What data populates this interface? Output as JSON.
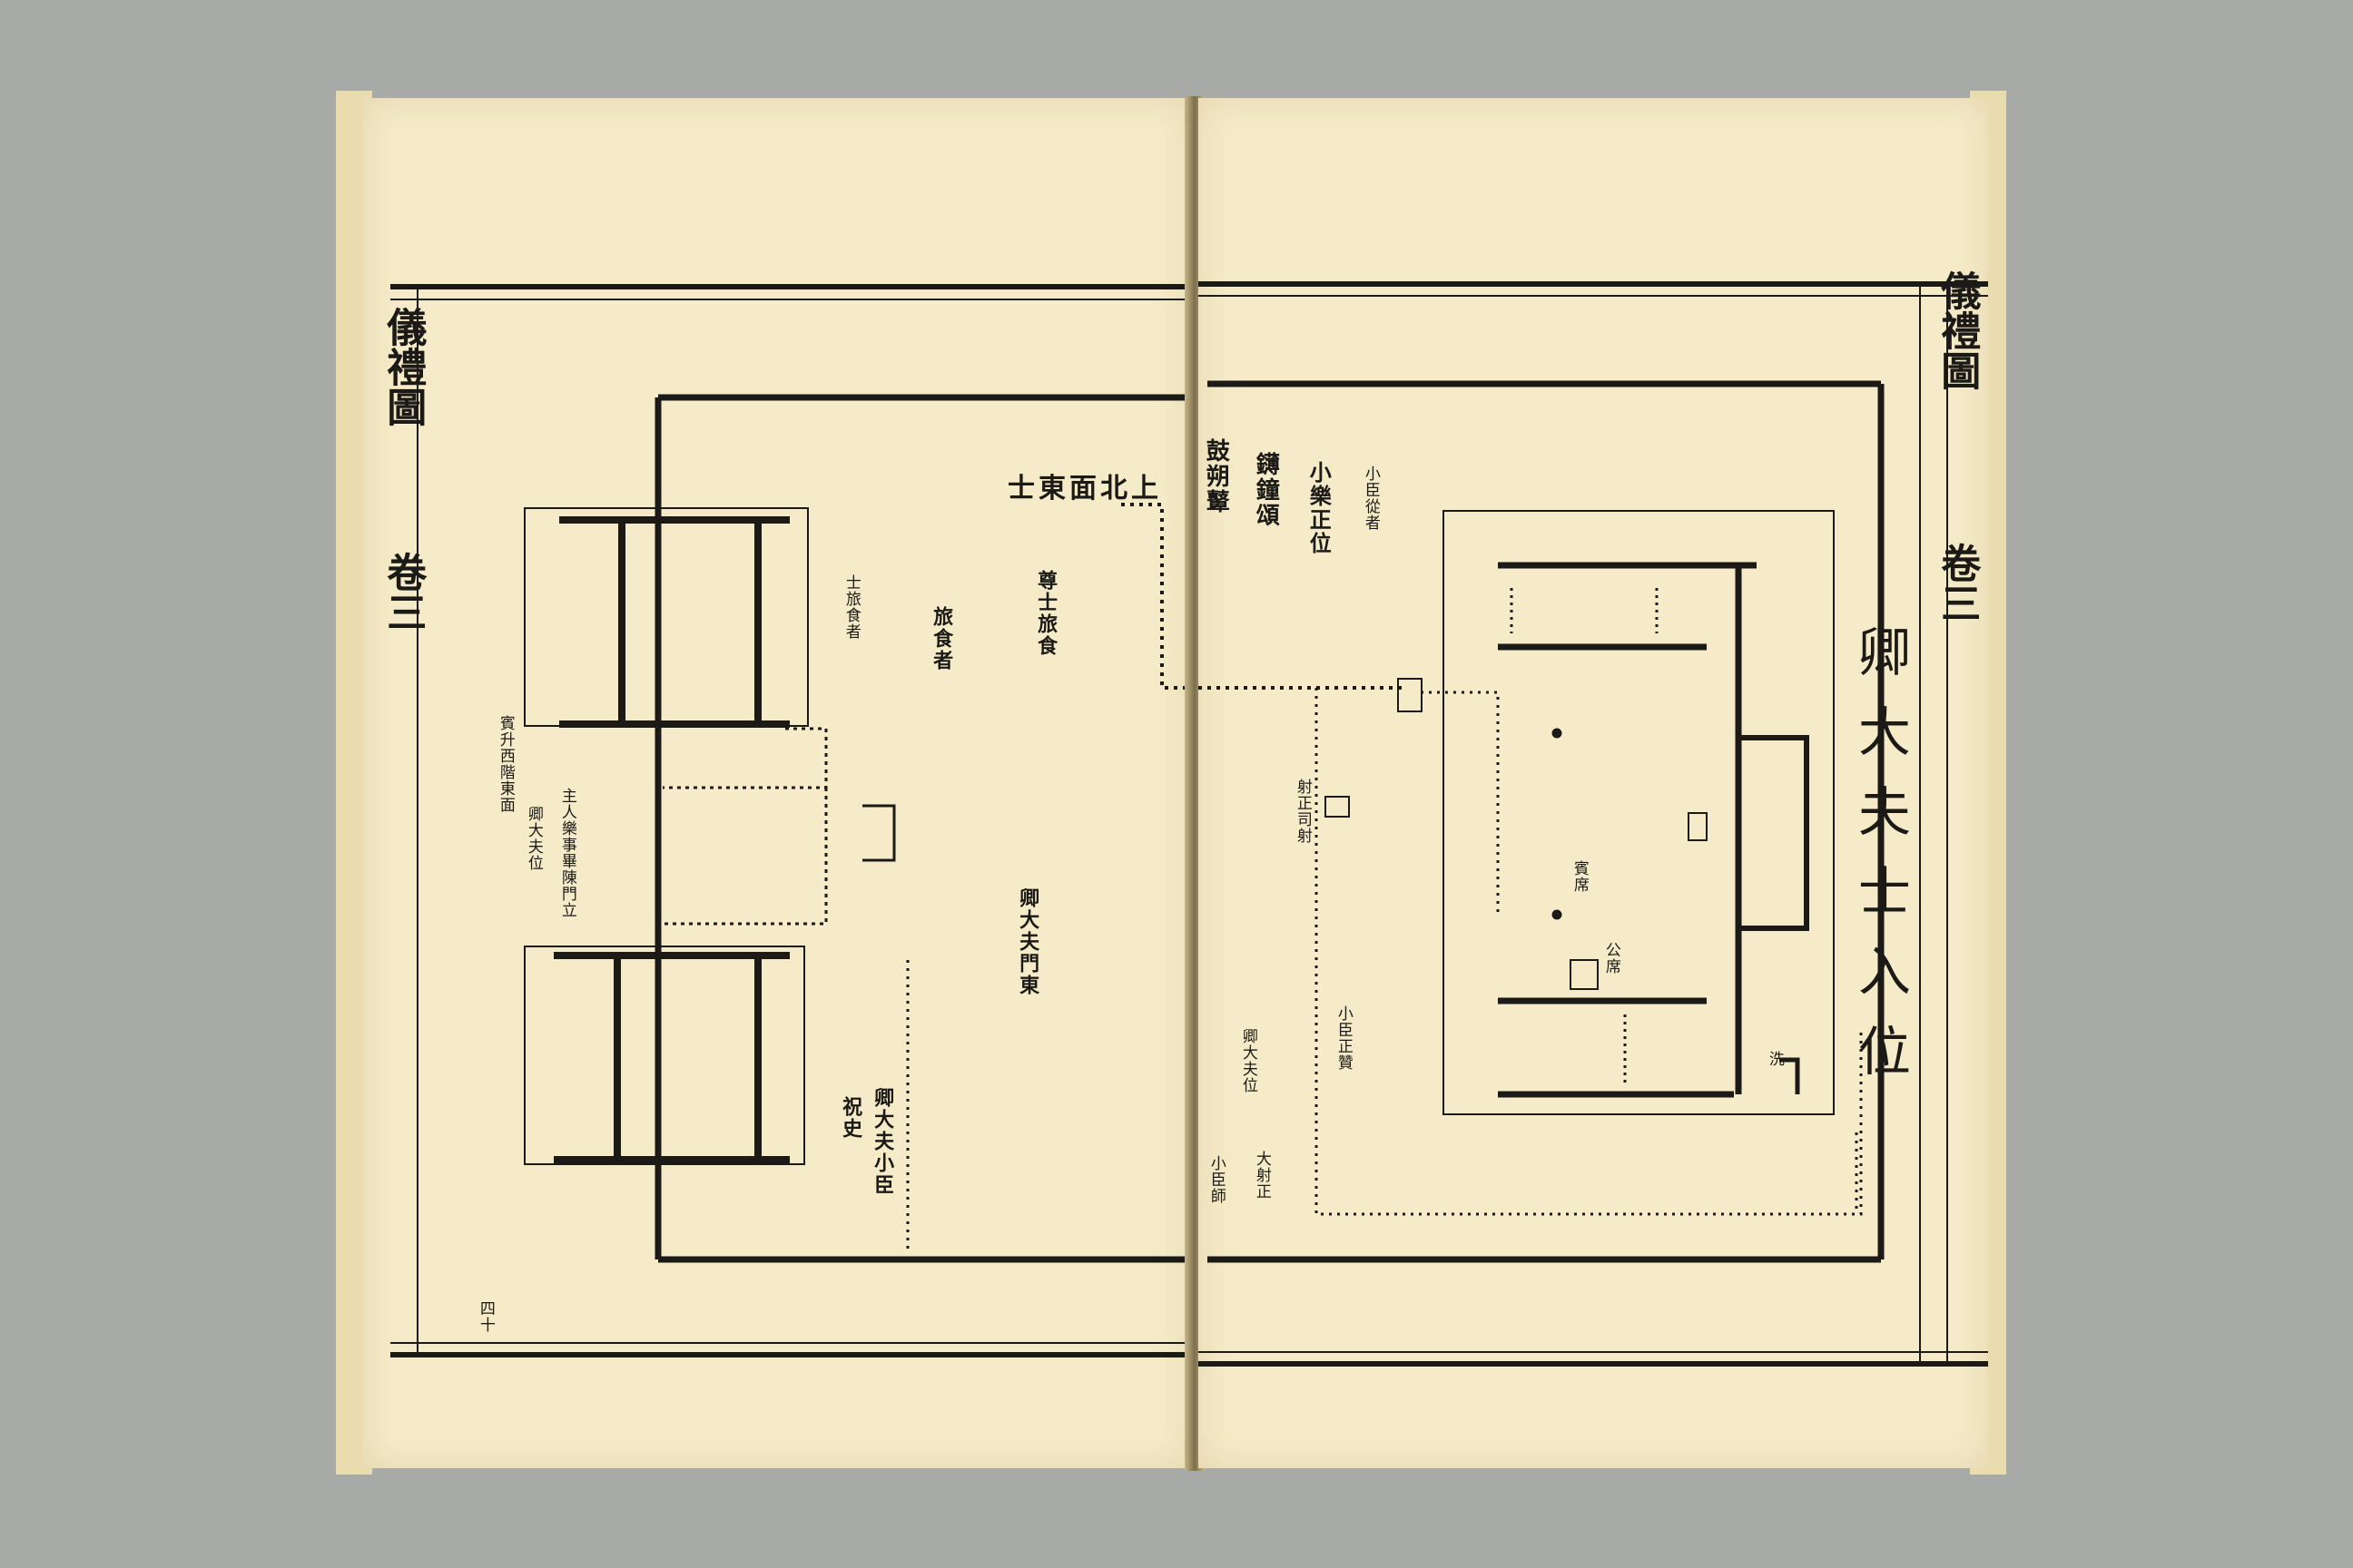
{
  "left_page": {
    "margin_title": "儀禮圖",
    "margin_volume": "卷三",
    "label_north_top": "士東面北上",
    "label_hall_left": "士旅食者",
    "label_gate_col": "賓升西階東面",
    "label_side_1": "主人樂事畢陳門立",
    "label_side_2": "卿大夫位",
    "label_side_3": "祝史",
    "label_side_4": "卿大夫小臣",
    "label_center_1": "旅食者",
    "label_center_2": "尊士旅食",
    "label_center_3": "卿大夫門東",
    "page_number": "四十"
  },
  "right_page": {
    "margin_title": "儀禮圖",
    "margin_volume": "卷三",
    "diagram_title": "卿大夫士入位",
    "label_instruments": "鼓朔鼙",
    "label_bells": "鑮鐘頌",
    "label_chimes": "小樂正位",
    "label_attendants": "小臣從者",
    "label_east_1": "射正司射",
    "label_east_2": "小臣正贊",
    "label_south_1": "卿大夫位",
    "label_south_2": "小臣師",
    "label_south_3": "大射正",
    "label_hall_1": "公席",
    "label_hall_2": "賓席",
    "label_hall_3": "洗"
  }
}
